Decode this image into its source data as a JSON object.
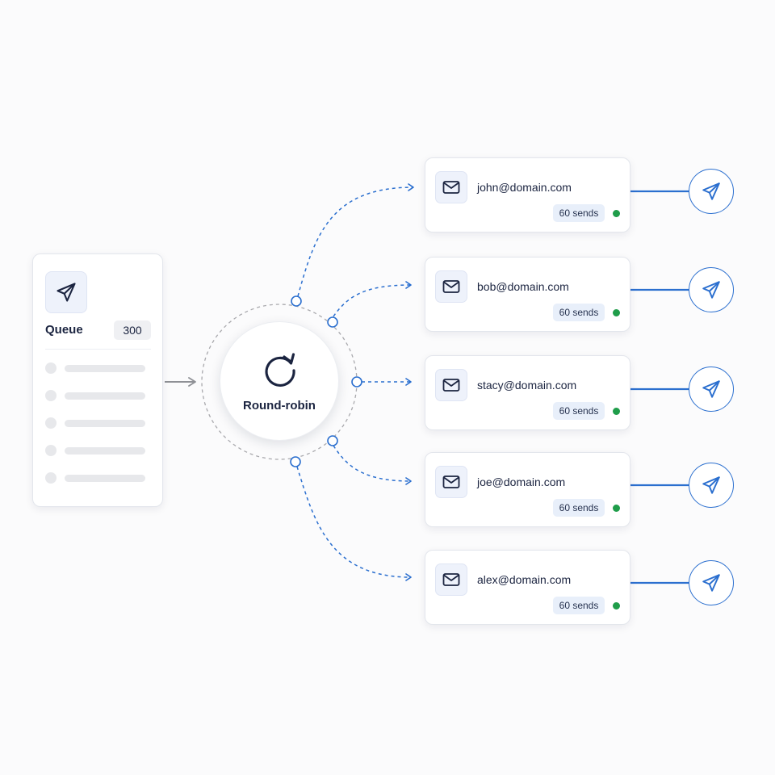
{
  "queue": {
    "title": "Queue",
    "count": "300",
    "icon": "paper-plane-icon",
    "placeholder_rows": 5
  },
  "hub": {
    "label": "Round-robin",
    "icon": "refresh-icon"
  },
  "senders": [
    {
      "email": "john@domain.com",
      "sends": "60 sends",
      "status": "active"
    },
    {
      "email": "bob@domain.com",
      "sends": "60 sends",
      "status": "active"
    },
    {
      "email": "stacy@domain.com",
      "sends": "60 sends",
      "status": "active"
    },
    {
      "email": "joe@domain.com",
      "sends": "60 sends",
      "status": "active"
    },
    {
      "email": "alex@domain.com",
      "sends": "60 sends",
      "status": "active"
    }
  ],
  "colors": {
    "accent": "#2b6fcf",
    "navy": "#1b2440",
    "status_green": "#1f9d4a",
    "ring_gray": "#a9a9ad",
    "arrow_gray": "#8f9196"
  },
  "icons": {
    "sender": "envelope-icon",
    "send": "paper-plane-icon"
  }
}
